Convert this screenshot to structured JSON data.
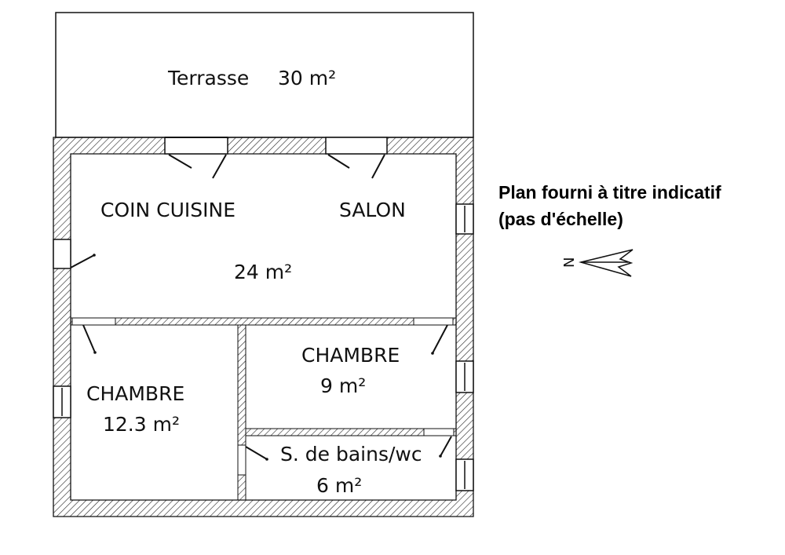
{
  "rooms": {
    "terrasse": {
      "label": "Terrasse",
      "area": "30 m²"
    },
    "cuisine": {
      "label": "COIN CUISINE"
    },
    "salon": {
      "label": "SALON",
      "area": "24 m²"
    },
    "chambre_1": {
      "label": "CHAMBRE",
      "area": "12.3 m²"
    },
    "chambre_2": {
      "label": "CHAMBRE",
      "area": "9 m²"
    },
    "bains": {
      "label": "S. de bains/wc",
      "area": "6 m²"
    }
  },
  "note": {
    "line1": "Plan fourni à titre indicatif",
    "line2": "(pas d'échelle)"
  },
  "north_arrow": {
    "letter": "N"
  }
}
